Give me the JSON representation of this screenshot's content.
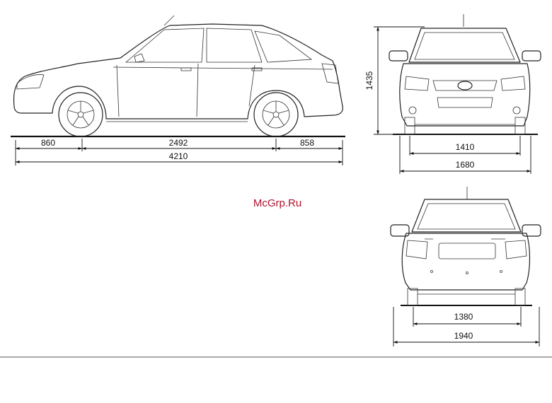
{
  "watermark": "McGrp.Ru",
  "side_view": {
    "front_overhang": "860",
    "wheelbase": "2492",
    "rear_overhang": "858",
    "overall_length": "4210"
  },
  "front_view": {
    "height": "1435",
    "front_track": "1410",
    "width": "1680"
  },
  "rear_view": {
    "rear_track": "1380",
    "width_mirrors": "1940"
  },
  "icons": [
    "lada-logo-icon",
    "antenna-icon",
    "wheel-icon"
  ]
}
